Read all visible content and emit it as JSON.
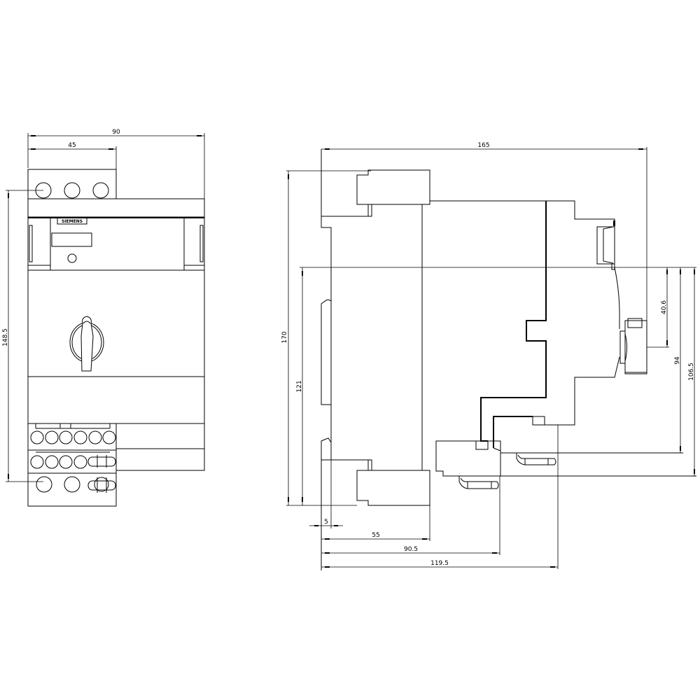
{
  "brand": "SIEMENS",
  "front_view": {
    "dims": {
      "width_total": "90",
      "width_half": "45",
      "terminal_pitch_height": "148.5"
    }
  },
  "side_view": {
    "dims": {
      "depth_total": "165",
      "height_total": "170",
      "height_rail": "121",
      "rail_offset": "5",
      "depth_55": "55",
      "depth_90_5": "90.5",
      "depth_119_5": "119.5",
      "knob_height": "40.6",
      "terminal_upper": "94",
      "terminal_lower": "106.5"
    }
  }
}
